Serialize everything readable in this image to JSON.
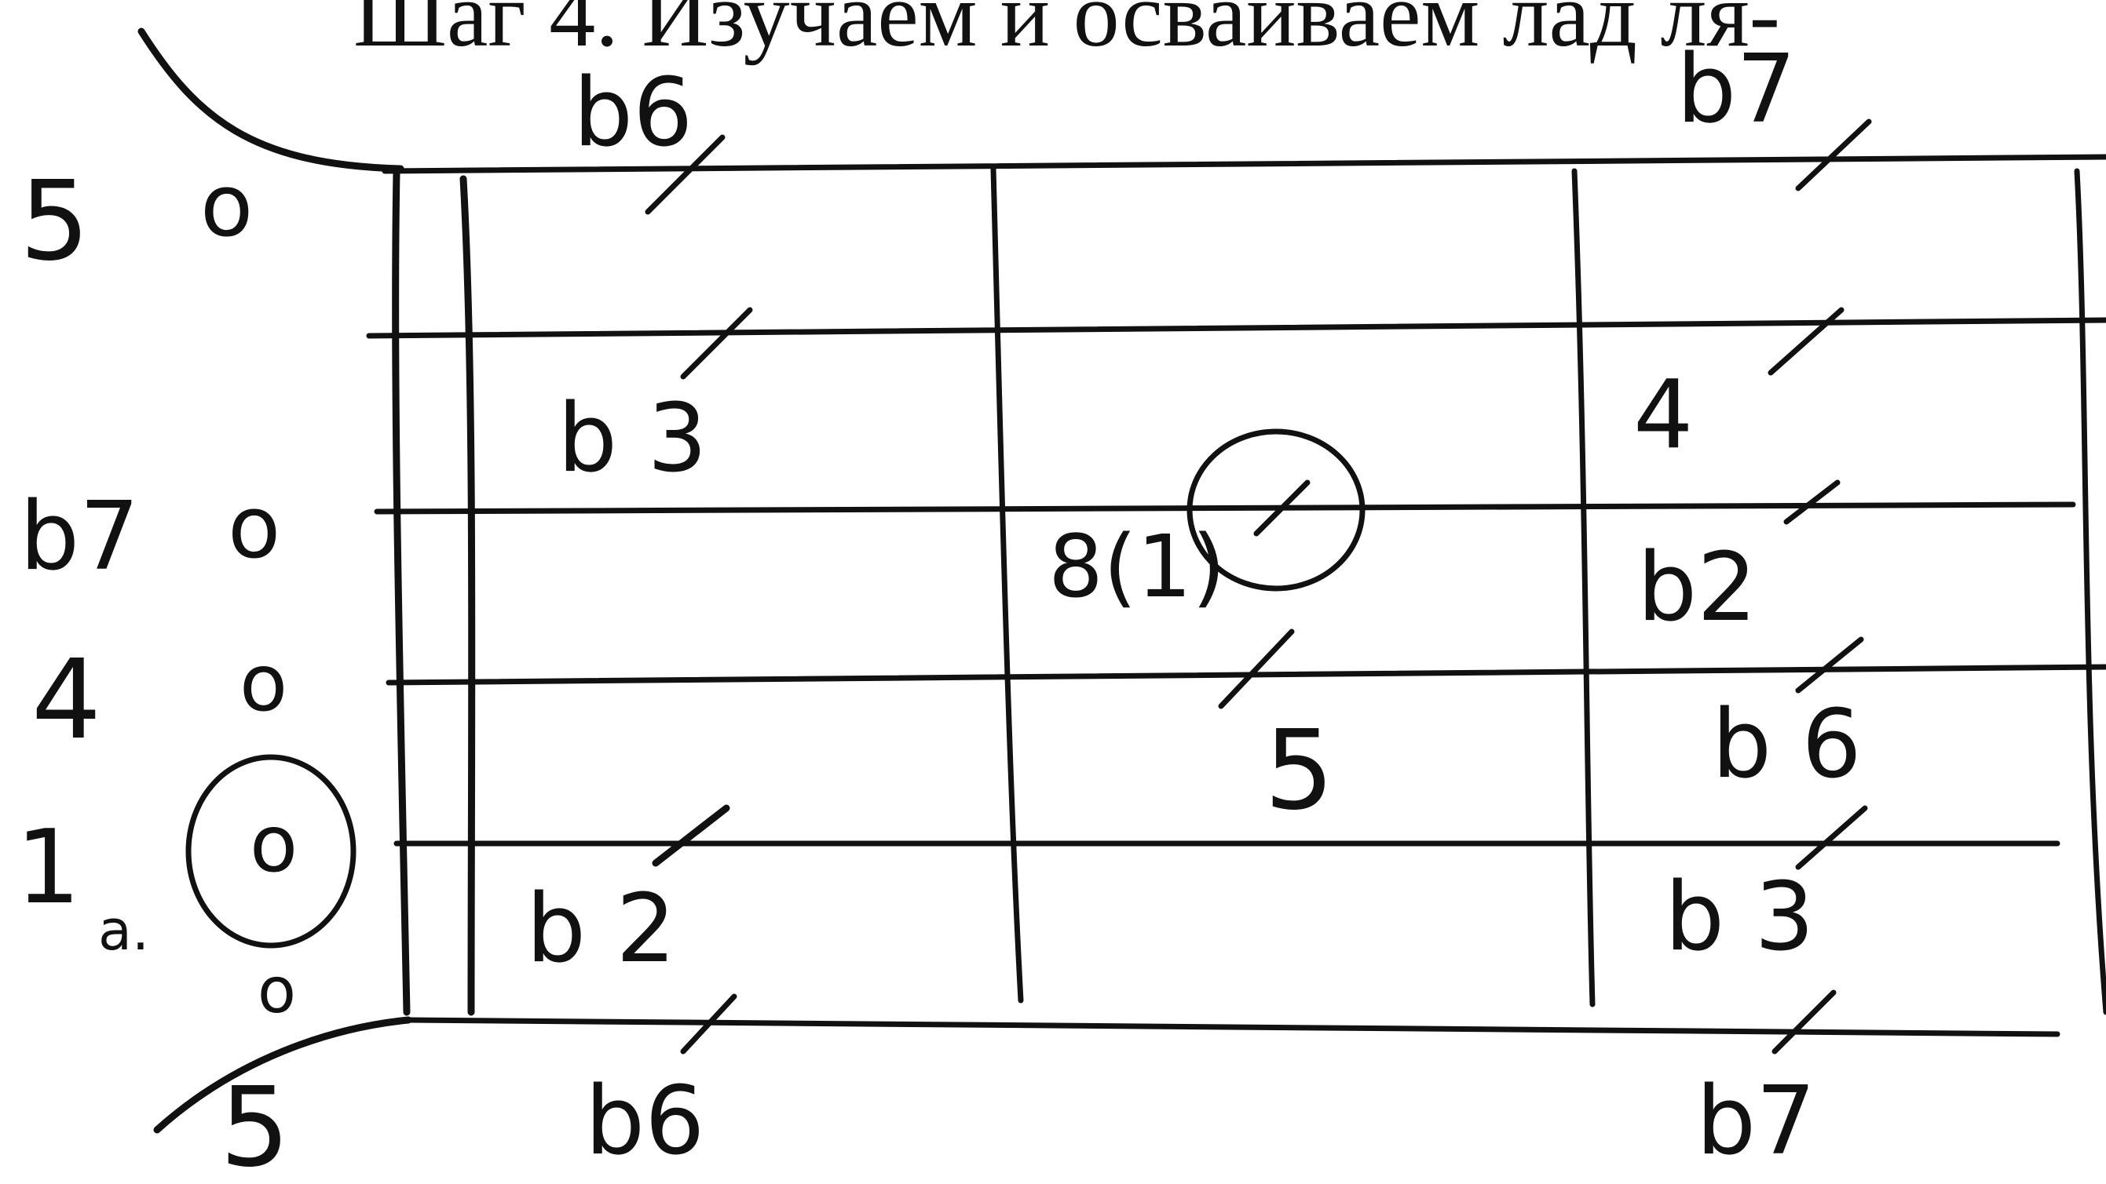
{
  "page": {
    "title_fragment": "Шаг 4. Изучаем и осваиваем лад ля-"
  },
  "fretboard": {
    "top_labels": {
      "left": "b6",
      "right": "b7"
    },
    "bottom_labels": {
      "left": "5",
      "middle": "b6",
      "right": "b7"
    },
    "left_degrees": {
      "top": "5",
      "second": "b7",
      "third": "4",
      "fourth": "1"
    },
    "left_note_a": "a.",
    "open_markers": [
      "o",
      "o",
      "o",
      "o",
      "o"
    ],
    "cells": {
      "fret1_b3": "b 3",
      "fret1_b2": "b 2",
      "fret2_root": "8(1)",
      "fret2_5": "5",
      "fret3_4": "4",
      "fret3_b2": "b2",
      "fret3_b6": "b 6",
      "fret3_b3": "b 3"
    }
  },
  "colors": {
    "ink": "#111111",
    "paper": "#ffffff"
  }
}
